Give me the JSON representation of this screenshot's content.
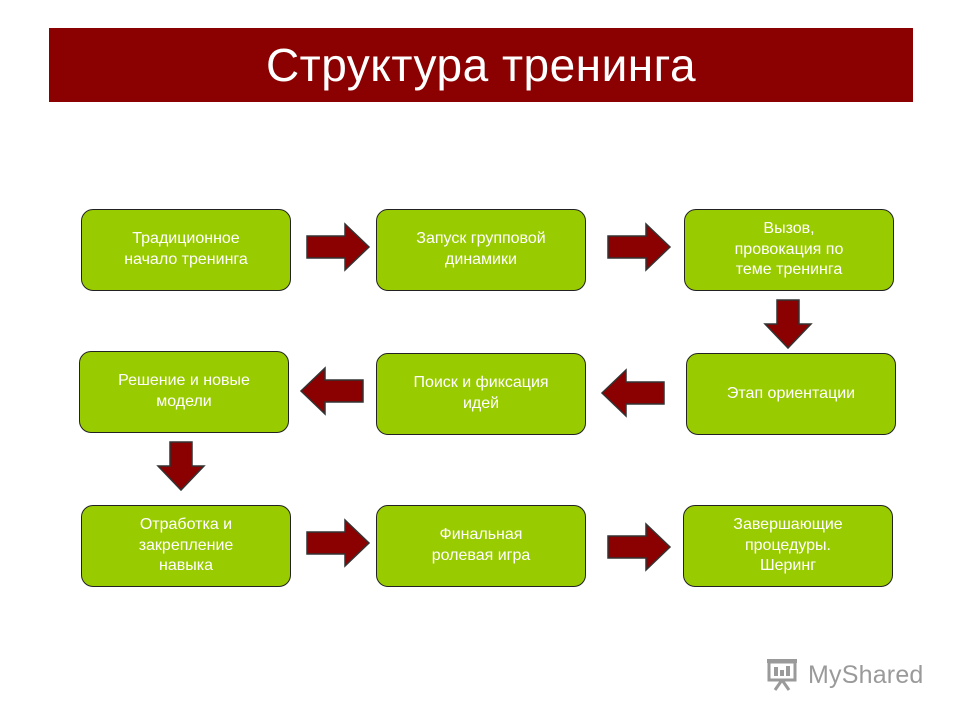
{
  "title": "Структура тренинга",
  "colors": {
    "title_bg": "#8b0000",
    "box_fill": "#99cc00",
    "arrow_fill": "#8b0000"
  },
  "steps": [
    {
      "label": "Традиционное\nначало тренинга"
    },
    {
      "label": "Запуск групповой\nдинамики"
    },
    {
      "label": "Вызов,\nпровокация по\nтеме тренинга"
    },
    {
      "label": "Этап ориентации"
    },
    {
      "label": "Поиск и фиксация\nидей"
    },
    {
      "label": "Решение и новые\nмодели"
    },
    {
      "label": "Отработка и\nзакрепление\nнавыка"
    },
    {
      "label": "Финальная\nролевая игра"
    },
    {
      "label": "Завершающие\nпроцедуры.\nШеринг"
    }
  ],
  "watermark": {
    "text": "MyShared",
    "icon": "presentation-icon"
  }
}
